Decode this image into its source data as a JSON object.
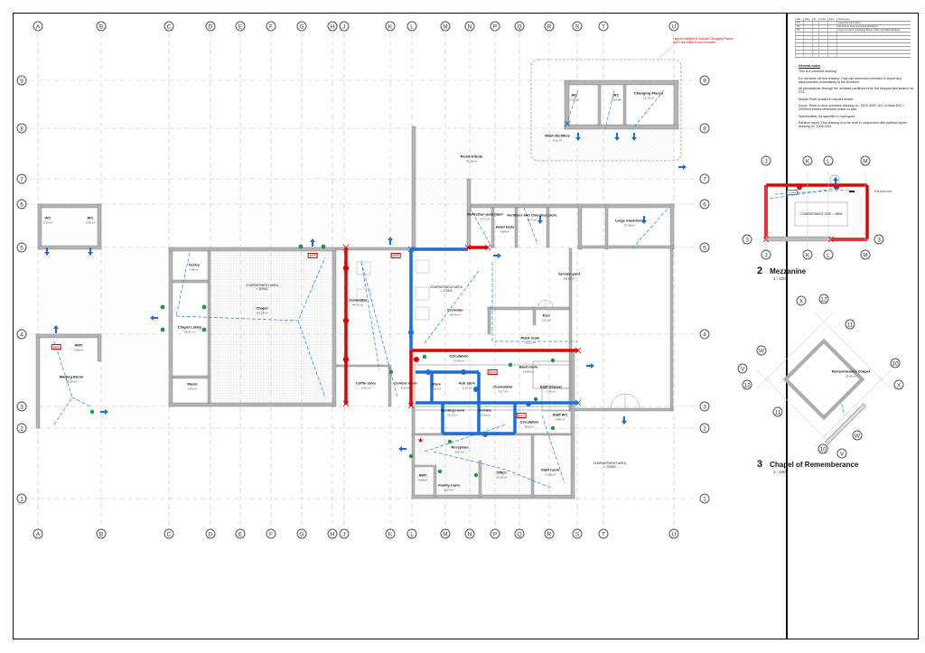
{
  "sheet": {
    "type": "architectural floor plan",
    "border": true
  },
  "revision_table": {
    "headers": [
      "Rev",
      "Date",
      "By",
      "Chkd",
      "Appr",
      "Description"
    ],
    "rows": [
      [
        "P1",
        "",
        "",
        "",
        "",
        "Issued for information"
      ],
      [
        "P2",
        "",
        "",
        "",
        "",
        "Revised to show doors and alterations"
      ],
      [
        "P3",
        "",
        "",
        "",
        "",
        "Layout revised - Changing Places, AWC and Wash facilities"
      ]
    ]
  },
  "general_notes": {
    "title": "General notes",
    "items": [
      "This is a coloured drawing",
      "Do not scale off this drawing. Only use dimension provided & report any discrepancies immediately to the Architect.",
      "All penetrations through the resistant partitions to be fire stopped and sealed, as FS2.",
      "Muster Point located in carpark shade.",
      "Doors: Refer to door schedule drawing no. 1203-4000. U/S of head D/O = 2050mm unless otherwise noted on plan",
      "Specification: As specified in wall types",
      "Partition types: This drawing is to be read in conjunction with partition types drawing no. 1203-0001"
    ]
  },
  "revision_cloud_note": "Layout changed to include Changing Places, AWC and Baby Room removed.",
  "grid": {
    "columns": [
      "A",
      "B",
      "C",
      "D",
      "E",
      "F",
      "G",
      "H",
      "J",
      "K",
      "L",
      "M",
      "N",
      "P",
      "Q",
      "R",
      "S",
      "T",
      "U"
    ],
    "rows": [
      "9",
      "8",
      "7",
      "6",
      "5",
      "4",
      "3",
      "2",
      "1"
    ]
  },
  "views": [
    {
      "number": "2",
      "title": "Mezzanine",
      "scale": "1 : 100"
    },
    {
      "number": "3",
      "title": "Chapel of Rememberance",
      "scale": "1 : 100"
    }
  ],
  "mezzanine": {
    "grid_top": [
      "J",
      "K",
      "L",
      "M"
    ],
    "grid_bottom": [
      "J",
      "K",
      "L",
      "M"
    ],
    "grid_side": "3",
    "compartment": "COMPARTMENT SIZE = 48M2",
    "exit_label": "Exit",
    "side_note": "Exit from roof"
  },
  "remembrance": {
    "room": "Remembrance Chapel",
    "area": "25.45 m²",
    "grid_labels": [
      "X",
      "12",
      "11",
      "W",
      "10",
      "V",
      "12",
      "11",
      "X",
      "W",
      "10",
      "V"
    ]
  },
  "rooms": [
    {
      "name": "WC",
      "area": "5.13 m²"
    },
    {
      "name": "WC",
      "area": "5.22 m²"
    },
    {
      "name": "AWC",
      "area": "4.98 m²"
    },
    {
      "name": "Waiting Room",
      "area": "26.33 m²"
    },
    {
      "name": "Vestry",
      "area": "4.46 m²"
    },
    {
      "name": "Chapel Lobby",
      "area": "35.31 m²"
    },
    {
      "name": "Music",
      "area": "5.96 m²"
    },
    {
      "name": "Chapel",
      "area": "133.28 m²"
    },
    {
      "name": "Committal",
      "area": "40.03 m²"
    },
    {
      "name": "Coffin store",
      "area": "9.02 m²"
    },
    {
      "name": "Control room",
      "area": "5.90 m²"
    },
    {
      "name": "Cremator",
      "area": "44.00 m²"
    },
    {
      "name": "Circulation",
      "area": "13.06 m²"
    },
    {
      "name": "Store",
      "area": "5.32 m²"
    },
    {
      "name": "Ash store",
      "area": "5.12 m²"
    },
    {
      "name": "Cremulator",
      "area": "9.27 m²"
    },
    {
      "name": "Meeting room",
      "area": "13.72 m²"
    },
    {
      "name": "Archive",
      "area": "10.50 m²"
    },
    {
      "name": "Circulation",
      "area": "8.00 m²"
    },
    {
      "name": "Reception",
      "area": "8.57 m²"
    },
    {
      "name": "AWC",
      "area": "4.98 m²"
    },
    {
      "name": "Family room",
      "area": "8.27 m²"
    },
    {
      "name": "Office",
      "area": "26.30 m²"
    },
    {
      "name": "Staff room",
      "area": "17.08 m²"
    },
    {
      "name": "Staff Shower",
      "area": "7.00 m²"
    },
    {
      "name": "Staff WC",
      "area": "4.98 m²"
    },
    {
      "name": "Boot room",
      "area": "14.89 m²"
    },
    {
      "name": "Plant room",
      "area": "31.22 m²"
    },
    {
      "name": "Elec",
      "area": "3.22 m²"
    },
    {
      "name": "Service yard",
      "area": "145.05 m²"
    },
    {
      "name": "Large machinery",
      "area": "27.09 m²"
    },
    {
      "name": "Reflection pool plant",
      "area": "6.72 m²"
    },
    {
      "name": "Hand tools",
      "area": "5.86 m²"
    },
    {
      "name": "Fertiliser and Chemical store",
      "area": "6.77 m²"
    },
    {
      "name": "Floral tribute",
      "area": "40.28 m²"
    },
    {
      "name": "WC",
      "area": "5.13 m²"
    },
    {
      "name": "WC",
      "area": "5.09 m²"
    },
    {
      "name": "Changing Places",
      "area": "12.72 m²"
    },
    {
      "name": "Wash facilities",
      "area": "6.11 m²"
    }
  ],
  "compartments": [
    {
      "label": "COMPARTMENT AREA",
      "value": "= 309M2"
    },
    {
      "label": "COMPARTMENT AREA",
      "value": "= 170M2"
    },
    {
      "label": "COMPARTMENT AREA",
      "value": "= 190M2"
    }
  ],
  "exit_sign": "EXIT",
  "legend_colors": {
    "fire_wall_red": "#e30000",
    "fire_wall_blue": "#1a6fd6",
    "escape_route": "#3a8fe0",
    "wall_fill": "#b5b5b5",
    "detector_green": "#1a9a3a",
    "revision_cloud": "#f08080"
  }
}
